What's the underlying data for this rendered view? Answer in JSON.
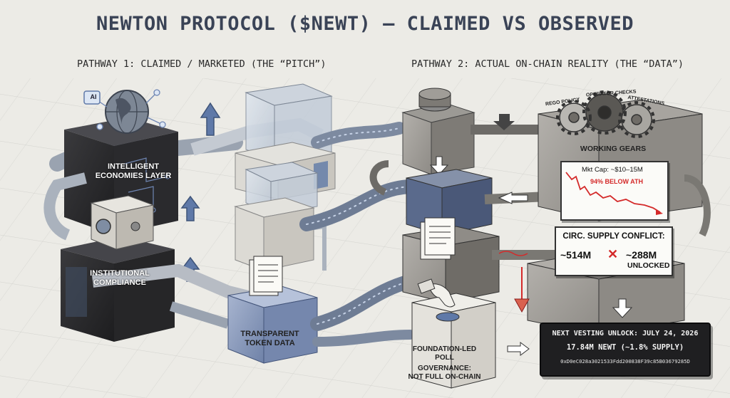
{
  "title": "NEWTON PROTOCOL ($NEWT) — CLAIMED VS OBSERVED",
  "pathway1": {
    "heading": "PATHWAY 1: CLAIMED / MARKETED (THE “PITCH”)",
    "blocks": {
      "intelligent": "INTELLIGENT ECONOMIES LAYER",
      "ai_badge": "AI",
      "institutional": "INSTITUTIONAL COMPLIANCE",
      "transparent": "TRANSPARENT TOKEN DATA"
    }
  },
  "pathway2": {
    "heading": "PATHWAY 2: ACTUAL ON-CHAIN REALITY (THE “DATA”)",
    "gears": {
      "label_1": "REGO POLICY",
      "label_2": "OPERATOR CHECKS",
      "label_3": "ATTESTATIONS",
      "caption": "WORKING GEARS"
    },
    "market": {
      "cap": "Mkt Cap: ~$10–15M",
      "below_ath": "94% BELOW ATH"
    },
    "supply": {
      "heading": "CIRC. SUPPLY CONFLICT:",
      "value_left": "~514M",
      "value_right": "~288M",
      "value_right_sub": "UNLOCKED",
      "conflict_mark": "✕"
    },
    "governance": {
      "line1": "FOUNDATION-LED POLL",
      "line2": "GOVERNANCE:",
      "line3": "NOT FULL ON-CHAIN"
    },
    "vesting": {
      "line1": "NEXT VESTING UNLOCK: JULY 24, 2026",
      "line2": "17.84M NEWT (~1.8% SUPPLY)",
      "address": "0xD0eC028a3021533Fdd200838F39c85B03679285D"
    }
  },
  "colors": {
    "title": "#3a4356",
    "accent_blue": "#5f79a8",
    "alert_red": "#d42a2a",
    "dark_block": "#2c2c2e"
  }
}
